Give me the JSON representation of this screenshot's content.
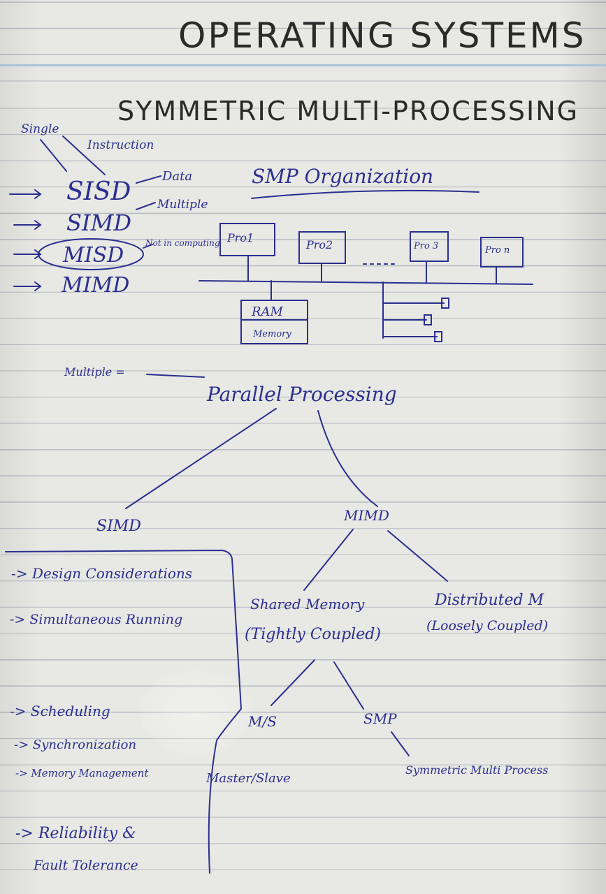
{
  "title": "OPERATING SYSTEMS",
  "heading": "SYMMETRIC MULTI-PROCESSING",
  "flynn": {
    "single": "Single",
    "instruction": "Instruction",
    "data": "Data",
    "multiple": "Multiple",
    "not_in_computing": "Not in computing",
    "types": [
      "SISD",
      "SIMD",
      "MISD",
      "MIMD"
    ]
  },
  "smp_org": {
    "title": "SMP Organization",
    "processors": [
      "Pro1",
      "Pro2",
      "Pro 3",
      "Pro n"
    ],
    "ram": "RAM",
    "memory": "Memory"
  },
  "tree": {
    "multiple": "Multiple =",
    "root": "Parallel Processing",
    "simd": "SIMD",
    "mimd": "MIMD",
    "shared": "Shared Memory",
    "tightly": "(Tightly Coupled)",
    "distributed": "Distributed M",
    "loosely": "(Loosely Coupled)",
    "ms": "M/S",
    "smp": "SMP",
    "master_slave": "Master/Slave",
    "symmetric": "Symmetric Multi Process"
  },
  "design": {
    "items": [
      "-> Design Considerations",
      "-> Simultaneous Running",
      "-> Scheduling",
      "-> Synchronization",
      "-> Memory Management",
      "-> Reliability &",
      "Fault Tolerance"
    ]
  }
}
